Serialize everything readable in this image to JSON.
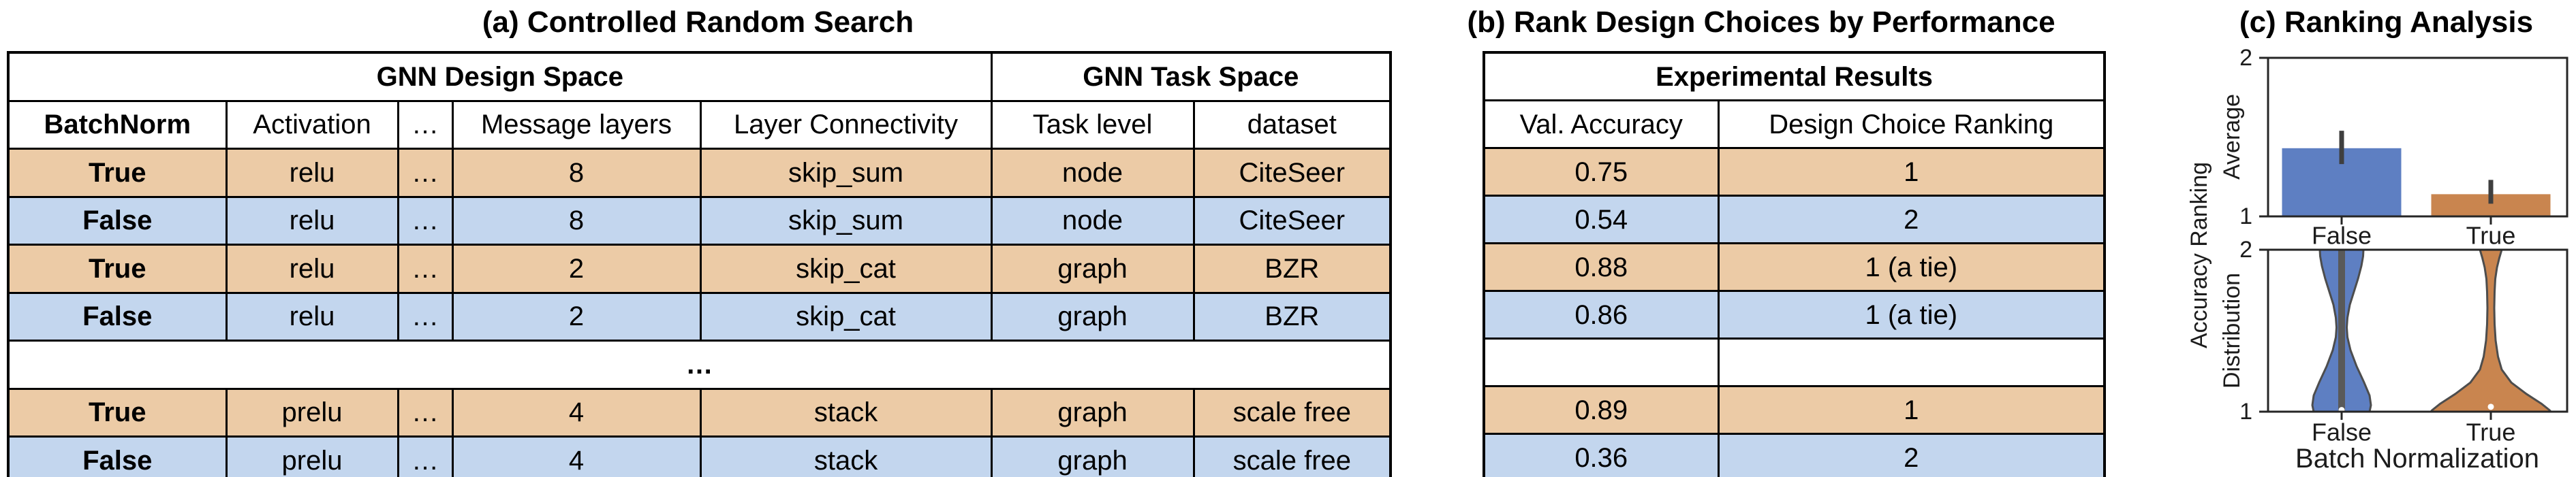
{
  "panels": {
    "a": {
      "title": "(a) Controlled Random Search",
      "table": {
        "group_headers": [
          {
            "label": "GNN Design Space",
            "span": 5
          },
          {
            "label": "GNN Task Space",
            "span": 2
          }
        ],
        "columns": [
          "BatchNorm",
          "Activation",
          "…",
          "Message layers",
          "Layer Connectivity",
          "Task level",
          "dataset"
        ],
        "ellipsis_label": "…",
        "rows": [
          {
            "type": "data",
            "tone": "orange",
            "cells": [
              "True",
              "relu",
              "…",
              "8",
              "skip_sum",
              "node",
              "CiteSeer"
            ]
          },
          {
            "type": "data",
            "tone": "blue",
            "cells": [
              "False",
              "relu",
              "…",
              "8",
              "skip_sum",
              "node",
              "CiteSeer"
            ]
          },
          {
            "type": "data",
            "tone": "orange",
            "cells": [
              "True",
              "relu",
              "…",
              "2",
              "skip_cat",
              "graph",
              "BZR"
            ]
          },
          {
            "type": "data",
            "tone": "blue",
            "cells": [
              "False",
              "relu",
              "…",
              "2",
              "skip_cat",
              "graph",
              "BZR"
            ]
          },
          {
            "type": "ellipsis"
          },
          {
            "type": "data",
            "tone": "orange",
            "cells": [
              "True",
              "prelu",
              "…",
              "4",
              "stack",
              "graph",
              "scale free"
            ]
          },
          {
            "type": "data",
            "tone": "blue",
            "cells": [
              "False",
              "prelu",
              "…",
              "4",
              "stack",
              "graph",
              "scale free"
            ]
          }
        ]
      }
    },
    "b": {
      "title": "(b) Rank Design Choices by Performance",
      "table": {
        "group_headers": [
          {
            "label": "Experimental Results",
            "span": 2
          }
        ],
        "columns": [
          "Val. Accuracy",
          "Design Choice Ranking"
        ],
        "rows": [
          {
            "type": "data",
            "tone": "orange",
            "cells": [
              "0.75",
              "1"
            ]
          },
          {
            "type": "data",
            "tone": "blue",
            "cells": [
              "0.54",
              "2"
            ]
          },
          {
            "type": "data",
            "tone": "orange",
            "cells": [
              "0.88",
              "1 (a tie)"
            ]
          },
          {
            "type": "data",
            "tone": "blue",
            "cells": [
              "0.86",
              "1 (a tie)"
            ]
          },
          {
            "type": "empty"
          },
          {
            "type": "data",
            "tone": "orange",
            "cells": [
              "0.89",
              "1"
            ]
          },
          {
            "type": "data",
            "tone": "blue",
            "cells": [
              "0.36",
              "2"
            ]
          }
        ]
      }
    },
    "c": {
      "title": "(c) Ranking Analysis",
      "shared_ylabel": "Accuracy Ranking"
    }
  },
  "chart_data": [
    {
      "type": "bar",
      "title": "",
      "ylabel": "Average",
      "categories": [
        "False",
        "True"
      ],
      "values": [
        1.43,
        1.14
      ],
      "error_low": [
        1.33,
        1.08
      ],
      "error_high": [
        1.54,
        1.23
      ],
      "ylim": [
        1,
        2
      ],
      "yticks": [
        1,
        2
      ],
      "grid": false,
      "legend": "none",
      "bar_colors": [
        "#5e7fc2",
        "#c9854f"
      ]
    },
    {
      "type": "violin",
      "title": "",
      "ylabel": "Distribution",
      "xlabel": "Batch Normalization",
      "categories": [
        "False",
        "True"
      ],
      "ylim": [
        1,
        2
      ],
      "yticks": [
        1,
        2
      ],
      "grid": false,
      "legend": "none",
      "violins": [
        {
          "category": "False",
          "color": "#5e7fc2",
          "summary": "bimodal: density peaks at rank 2 and rank 1, pinched near 1.5",
          "inner_bar_span": [
            1,
            2
          ],
          "median_dot": 1.01,
          "profile": [
            [
              2.0,
              32
            ],
            [
              1.96,
              31.5
            ],
            [
              1.9,
              29
            ],
            [
              1.82,
              24
            ],
            [
              1.74,
              18
            ],
            [
              1.66,
              12
            ],
            [
              1.58,
              8.5
            ],
            [
              1.52,
              7.5
            ],
            [
              1.46,
              8.5
            ],
            [
              1.38,
              13
            ],
            [
              1.28,
              22
            ],
            [
              1.18,
              33
            ],
            [
              1.1,
              41
            ],
            [
              1.04,
              43
            ],
            [
              1.0,
              41
            ]
          ]
        },
        {
          "category": "True",
          "color": "#c9854f",
          "summary": "concentrated at rank 1 with a thin tail reaching rank 2",
          "inner_bar_span": null,
          "median_dot": 1.03,
          "profile": [
            [
              2.0,
              16
            ],
            [
              1.95,
              12.5
            ],
            [
              1.89,
              9
            ],
            [
              1.82,
              6.5
            ],
            [
              1.74,
              5.5
            ],
            [
              1.64,
              5
            ],
            [
              1.54,
              5.5
            ],
            [
              1.44,
              7
            ],
            [
              1.34,
              10.5
            ],
            [
              1.26,
              16
            ],
            [
              1.18,
              30
            ],
            [
              1.11,
              52
            ],
            [
              1.05,
              74
            ],
            [
              1.01,
              86
            ],
            [
              1.0,
              88
            ]
          ]
        }
      ]
    }
  ],
  "colors": {
    "row_orange": "#eccba6",
    "row_blue": "#c3d6ee",
    "plot_blue": "#5e7fc2",
    "plot_orange": "#c9854f",
    "axis_stroke": "#262626",
    "error_bar": "#3f3f3f",
    "violin_edge": "#4d4d4d",
    "inner_bar_gray": "#595959",
    "table_border": "#000000"
  }
}
